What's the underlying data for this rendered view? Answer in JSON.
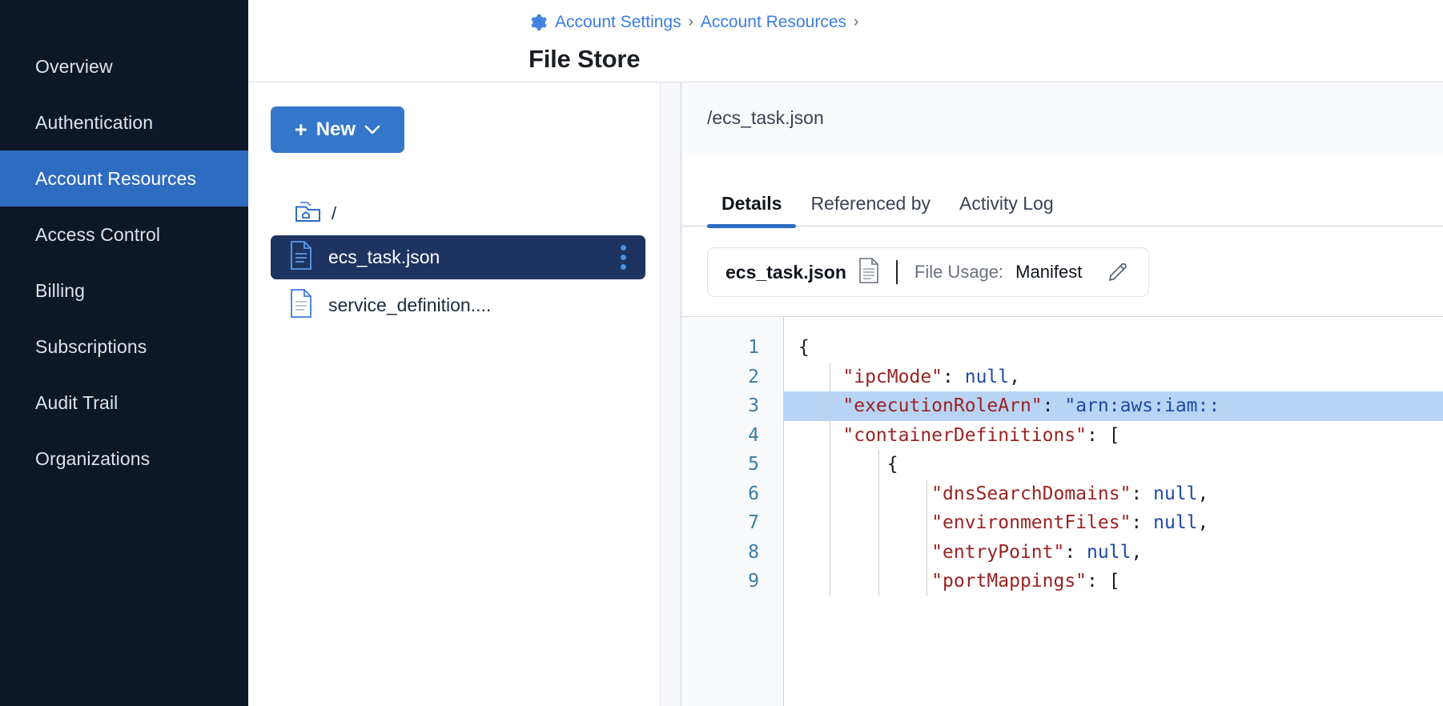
{
  "sidebar": {
    "items": [
      {
        "label": "Overview",
        "active": false
      },
      {
        "label": "Authentication",
        "active": false
      },
      {
        "label": "Account Resources",
        "active": true
      },
      {
        "label": "Access Control",
        "active": false
      },
      {
        "label": "Billing",
        "active": false
      },
      {
        "label": "Subscriptions",
        "active": false
      },
      {
        "label": "Audit Trail",
        "active": false
      },
      {
        "label": "Organizations",
        "active": false
      }
    ]
  },
  "header": {
    "breadcrumb": [
      {
        "label": "Account Settings"
      },
      {
        "label": "Account Resources"
      }
    ],
    "separator": "›",
    "gear_icon": "gear-icon",
    "title": "File Store"
  },
  "browser": {
    "new_button": {
      "label": "New",
      "plus": "+",
      "chevron": "chevron-down-icon"
    },
    "root": {
      "label": "/",
      "icon": "folder-home-icon"
    },
    "files": [
      {
        "name": "ecs_task.json",
        "selected": true,
        "icon": "file-json-icon",
        "menu": "kebab-menu-icon"
      },
      {
        "name": "service_definition....",
        "selected": false,
        "icon": "file-icon"
      }
    ]
  },
  "detail": {
    "path": "/ecs_task.json",
    "tabs": [
      {
        "label": "Details",
        "active": true
      },
      {
        "label": "Referenced by",
        "active": false
      },
      {
        "label": "Activity Log",
        "active": false
      }
    ],
    "meta": {
      "filename": "ecs_task.json",
      "file_icon": "document-icon",
      "usage_label": "File Usage:",
      "usage_value": "Manifest",
      "edit_icon": "pencil-icon"
    },
    "code": {
      "highlight_line": 3,
      "lines": [
        {
          "n": "1",
          "indent": 0,
          "tokens": [
            {
              "t": "{",
              "c": "p"
            }
          ]
        },
        {
          "n": "2",
          "indent": 1,
          "tokens": [
            {
              "t": "\"ipcMode\"",
              "c": "k"
            },
            {
              "t": ": ",
              "c": "p"
            },
            {
              "t": "null",
              "c": "v"
            },
            {
              "t": ",",
              "c": "p"
            }
          ]
        },
        {
          "n": "3",
          "indent": 1,
          "tokens": [
            {
              "t": "\"executionRoleArn\"",
              "c": "k"
            },
            {
              "t": ": ",
              "c": "p"
            },
            {
              "t": "\"arn:aws:iam::",
              "c": "v"
            }
          ]
        },
        {
          "n": "4",
          "indent": 1,
          "tokens": [
            {
              "t": "\"containerDefinitions\"",
              "c": "k"
            },
            {
              "t": ": [",
              "c": "p"
            }
          ]
        },
        {
          "n": "5",
          "indent": 2,
          "tokens": [
            {
              "t": "{",
              "c": "p"
            }
          ]
        },
        {
          "n": "6",
          "indent": 3,
          "tokens": [
            {
              "t": "\"dnsSearchDomains\"",
              "c": "k"
            },
            {
              "t": ": ",
              "c": "p"
            },
            {
              "t": "null",
              "c": "v"
            },
            {
              "t": ",",
              "c": "p"
            }
          ]
        },
        {
          "n": "7",
          "indent": 3,
          "tokens": [
            {
              "t": "\"environmentFiles\"",
              "c": "k"
            },
            {
              "t": ": ",
              "c": "p"
            },
            {
              "t": "null",
              "c": "v"
            },
            {
              "t": ",",
              "c": "p"
            }
          ]
        },
        {
          "n": "8",
          "indent": 3,
          "tokens": [
            {
              "t": "\"entryPoint\"",
              "c": "k"
            },
            {
              "t": ": ",
              "c": "p"
            },
            {
              "t": "null",
              "c": "v"
            },
            {
              "t": ",",
              "c": "p"
            }
          ]
        },
        {
          "n": "9",
          "indent": 3,
          "tokens": [
            {
              "t": "\"portMappings\"",
              "c": "k"
            },
            {
              "t": ": [",
              "c": "p"
            }
          ]
        }
      ]
    }
  },
  "colors": {
    "sidebar_bg": "#0d1726",
    "accent": "#2d6cc0",
    "primary_button": "#3577ca",
    "selected_file_bg": "#1d3461",
    "code_highlight": "#b7d4f5",
    "json_key": "#9b2222",
    "json_value": "#1f49a6",
    "line_number": "#3b7ea8"
  }
}
